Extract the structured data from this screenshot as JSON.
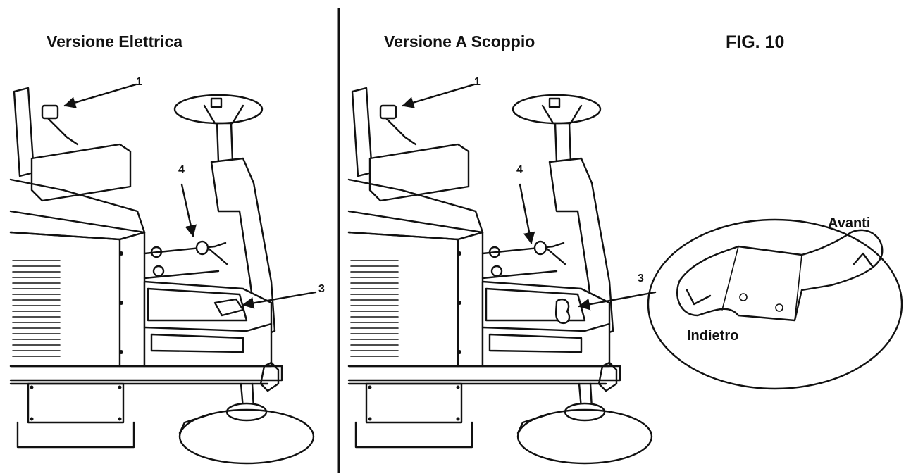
{
  "labels": {
    "electric_title": "Versione Elettrica",
    "combustion_title": "Versione A Scoppio",
    "figure": "FIG. 10",
    "forward": "Avanti",
    "backward": "Indietro"
  },
  "callouts": {
    "left": {
      "c1": "1",
      "c3": "3",
      "c4": "4"
    },
    "right": {
      "c1": "1",
      "c3": "3",
      "c4": "4"
    }
  }
}
